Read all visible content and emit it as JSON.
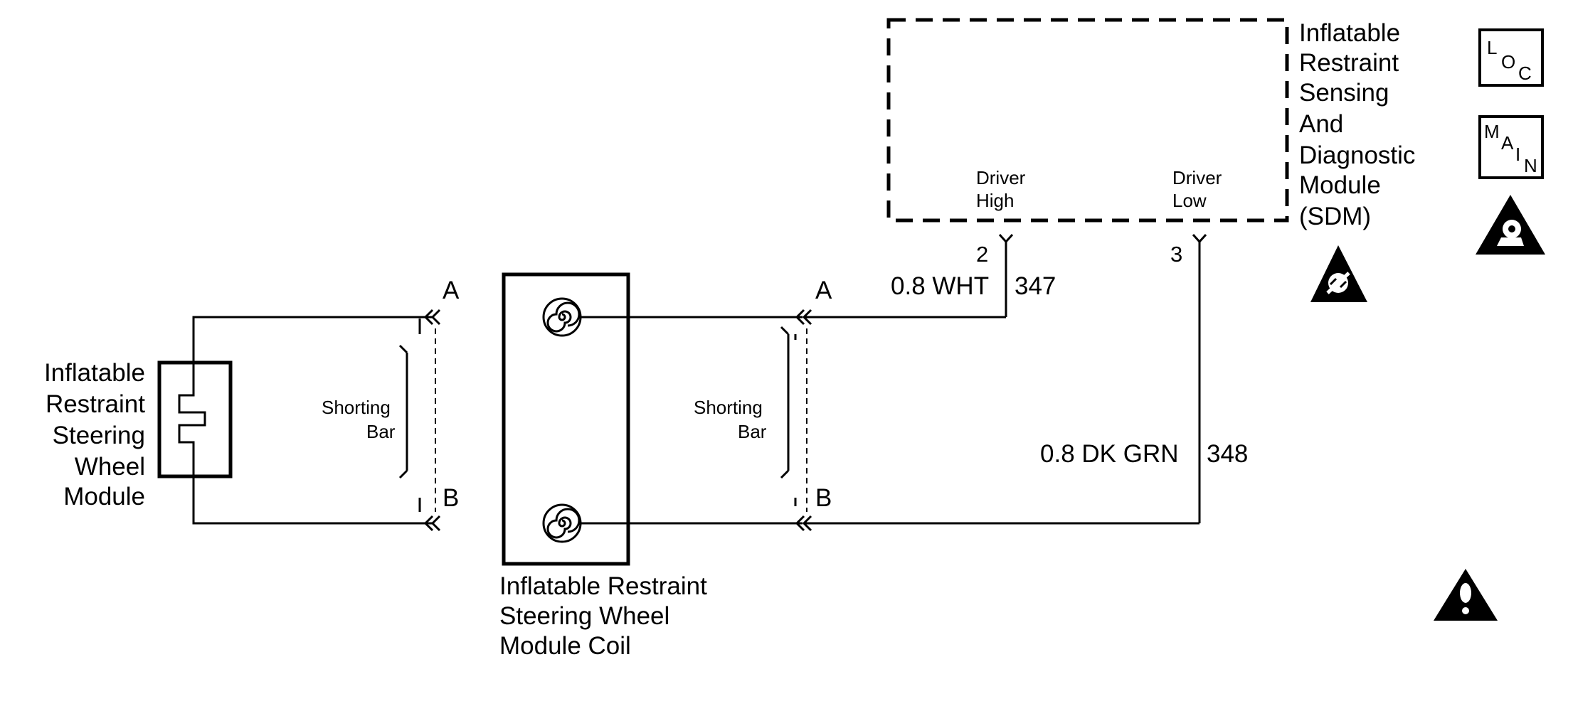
{
  "sdm": {
    "title_lines": [
      "Inflatable",
      "Restraint",
      "Sensing",
      "And",
      "Diagnostic",
      "Module",
      "(SDM)"
    ],
    "driver_high": [
      "Driver",
      "High"
    ],
    "driver_low": [
      "Driver",
      "Low"
    ],
    "pin_high": "2",
    "pin_low": "3"
  },
  "wires": {
    "high": {
      "size_color": "0.8 WHT",
      "circuit": "347"
    },
    "low": {
      "size_color": "0.8 DK GRN",
      "circuit": "348"
    }
  },
  "connectors": {
    "left_a": "A",
    "left_b": "B",
    "right_a": "A",
    "right_b": "B",
    "shorting_bar_left": [
      "Shorting",
      "Bar"
    ],
    "shorting_bar_right": [
      "Shorting",
      "Bar"
    ]
  },
  "coil": {
    "label_lines": [
      "Inflatable Restraint",
      "Steering Wheel",
      "Module Coil"
    ]
  },
  "module": {
    "label_lines": [
      "Inflatable",
      "Restraint",
      "Steering",
      "Wheel",
      "Module"
    ]
  },
  "icons": {
    "loc": [
      "L",
      "O",
      "C"
    ],
    "main": [
      "M",
      "A",
      "I",
      "N"
    ],
    "names": [
      "esd-warning-icon",
      "loc-icon",
      "main-icon",
      "airbag-warning-icon",
      "caution-icon"
    ]
  }
}
